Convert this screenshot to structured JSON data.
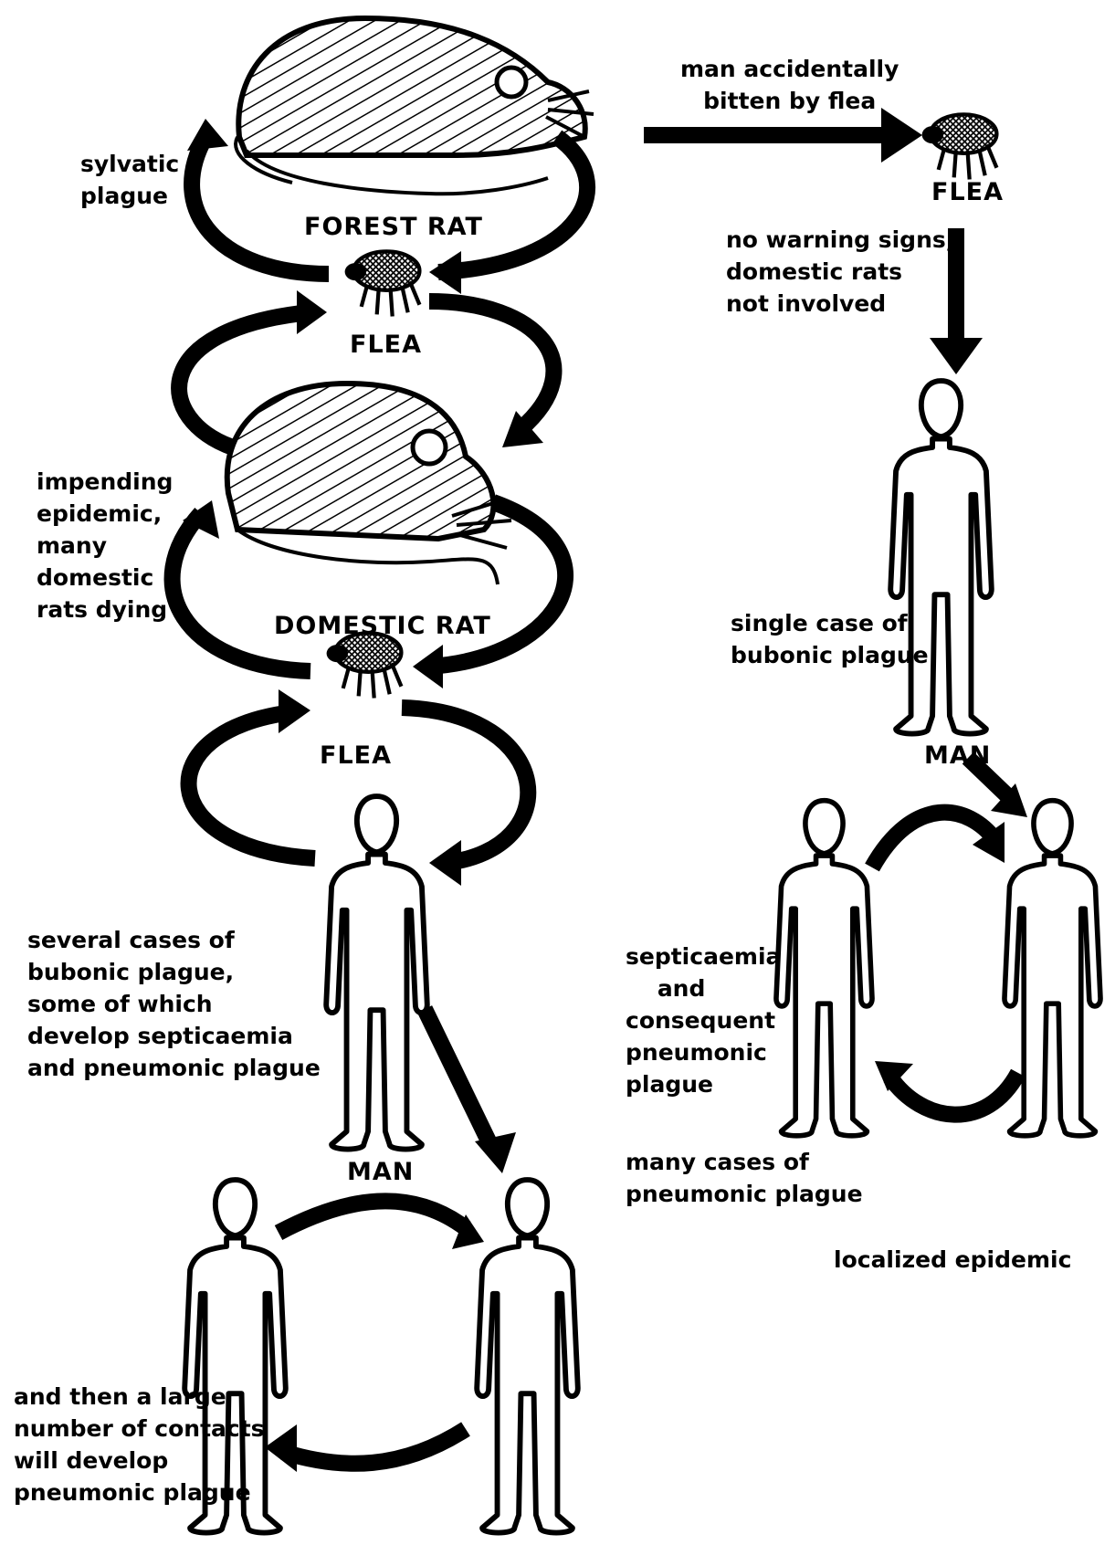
{
  "labels": {
    "man_accidentally_bitten": "man accidentally\nbitten by flea",
    "sylvatic_plague": "sylvatic\nplague",
    "forest_rat": "FOREST RAT",
    "flea_top": "FLEA",
    "flea_right": "FLEA",
    "no_warning": "no warning signs,\ndomestic rats\nnot involved",
    "impending_epidemic": "impending\nepidemic,\nmany\ndomestic\nrats dying",
    "domestic_rat": "DOMESTIC RAT",
    "flea_middle": "FLEA",
    "single_case": "single case of\nbubonic plague",
    "man_right": "MAN",
    "several_cases": "several cases of\nbubonic plague,\nsome of which\ndevelop septicaemia\nand pneumonic plague",
    "man_left": "MAN",
    "septicaemia": "septicaemia\n    and\nconsequent\npneumonic\nplague",
    "many_cases": "many cases of\npneumonic plague",
    "localized_epidemic": "localized epidemic",
    "large_number": "and then a large\nnumber of contacts\nwill develop\npneumonic plague"
  }
}
